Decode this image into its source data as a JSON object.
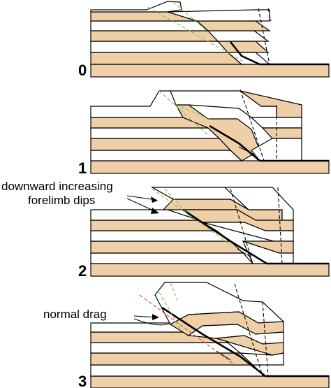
{
  "colors": {
    "tan_layer": "#efcfa8",
    "white_layer": "#ffffff",
    "outline": "#000000",
    "green_axial": "#7fc241",
    "red_axial": "#e0453a",
    "black_axial": "#000000"
  },
  "panels": [
    {
      "step_label": "0"
    },
    {
      "step_label": "1"
    },
    {
      "step_label": "2"
    },
    {
      "step_label": "3"
    }
  ],
  "annotations": {
    "forelimb": {
      "line1": "downward increasing",
      "line2": "forelimb dips"
    },
    "drag": {
      "text": "normal drag"
    }
  }
}
